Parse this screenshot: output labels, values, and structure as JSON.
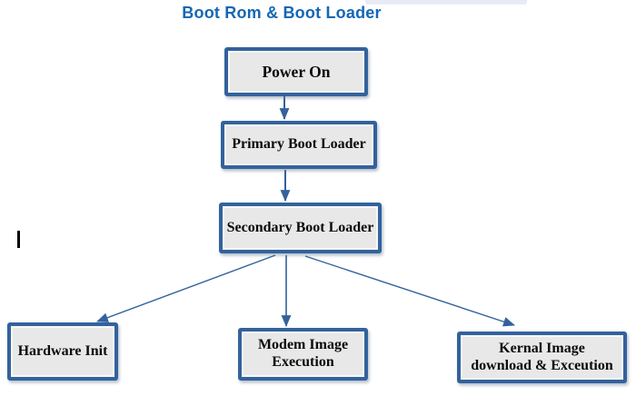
{
  "title": "Boot Rom & Boot Loader",
  "colors": {
    "title_text": "#1467b4",
    "box_border": "#33629c",
    "box_fill": "#e8e8e8",
    "box_text": "#0b0b0b",
    "connector": "#33629c"
  },
  "nodes": [
    {
      "id": "power-on",
      "label": "Power On"
    },
    {
      "id": "primary-boot-loader",
      "label": "Primary Boot Loader"
    },
    {
      "id": "secondary-boot-loader",
      "label": "Secondary Boot Loader"
    },
    {
      "id": "hardware-init",
      "label": "Hardware Init"
    },
    {
      "id": "modem-image-execution",
      "label": "Modem Image\nExecution"
    },
    {
      "id": "kernal-image-download-exceution",
      "label": "Kernal Image\ndownload & Exceution"
    }
  ],
  "edges": [
    {
      "from": "power-on",
      "to": "primary-boot-loader"
    },
    {
      "from": "primary-boot-loader",
      "to": "secondary-boot-loader"
    },
    {
      "from": "secondary-boot-loader",
      "to": "hardware-init"
    },
    {
      "from": "secondary-boot-loader",
      "to": "modem-image-execution"
    },
    {
      "from": "secondary-boot-loader",
      "to": "kernal-image-download-exceution"
    }
  ]
}
